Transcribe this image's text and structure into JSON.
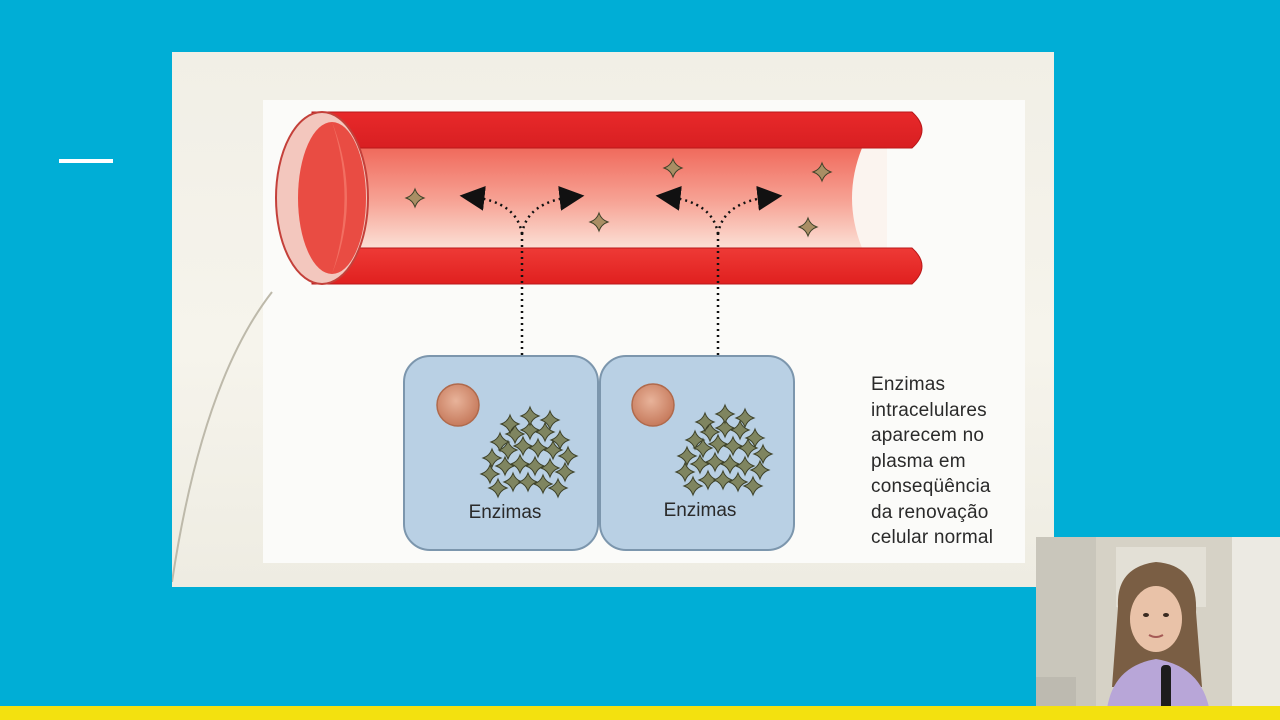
{
  "slide": {
    "cell_label_left": "Enzimas",
    "cell_label_right": "Enzimas",
    "caption_lines": [
      "Enzimas",
      "intracelulares",
      "aparecem no",
      "plasma em",
      "conseqüência",
      "da renovação",
      "celular normal"
    ]
  },
  "colors": {
    "background": "#00aed6",
    "bottom_bar": "#f3e10f",
    "vessel_red": "#e8292a",
    "cell_fill": "#b9d0e4",
    "enzyme_green": "#7f8560"
  },
  "icons": {
    "enzyme": "enzyme-star-icon",
    "nucleus": "nucleus-icon",
    "arrow": "arrowhead-icon"
  }
}
